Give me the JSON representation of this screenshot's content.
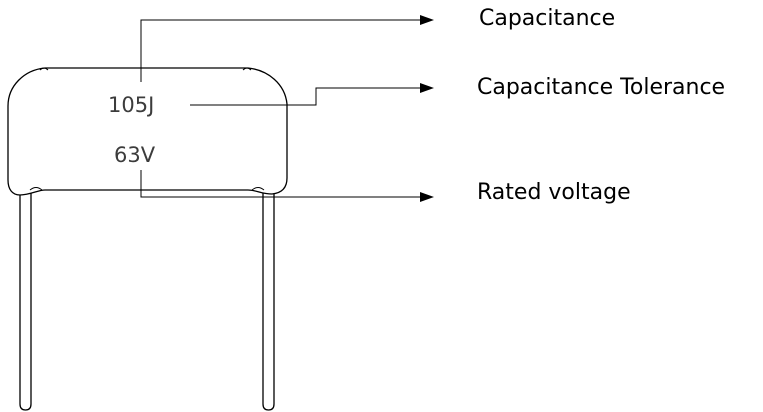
{
  "capacitor": {
    "code": "105J",
    "voltage": "63V"
  },
  "callouts": {
    "capacitance": "Capacitance",
    "tolerance": "Capacitance Tolerance",
    "voltage": "Rated voltage"
  }
}
